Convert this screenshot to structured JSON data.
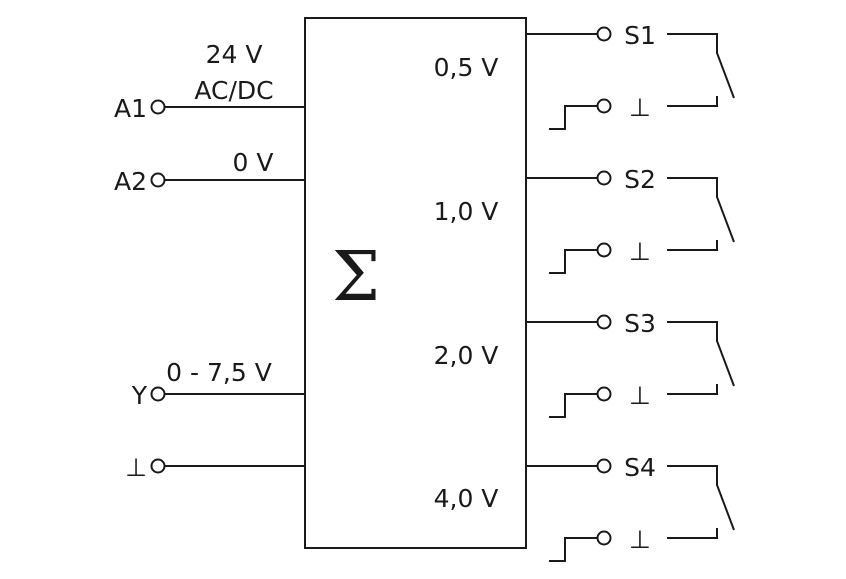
{
  "block": {
    "symbol": "Σ"
  },
  "inputs": [
    {
      "terminal": "A1",
      "supply": [
        "24 V",
        "AC/DC"
      ]
    },
    {
      "terminal": "A2",
      "supply": [
        "0 V"
      ]
    },
    {
      "terminal": "Y",
      "supply": [
        "0 - 7,5 V"
      ]
    },
    {
      "terminal": "⊥",
      "supply": []
    }
  ],
  "outputs": [
    {
      "voltage": "0,5 V",
      "switch_terminal": "S1",
      "ground_terminal": "⊥"
    },
    {
      "voltage": "1,0 V",
      "switch_terminal": "S2",
      "ground_terminal": "⊥"
    },
    {
      "voltage": "2,0 V",
      "switch_terminal": "S3",
      "ground_terminal": "⊥"
    },
    {
      "voltage": "4,0 V",
      "switch_terminal": "S4",
      "ground_terminal": "⊥"
    }
  ],
  "colors": {
    "line": "#1a1a1a",
    "background": "#ffffff"
  }
}
